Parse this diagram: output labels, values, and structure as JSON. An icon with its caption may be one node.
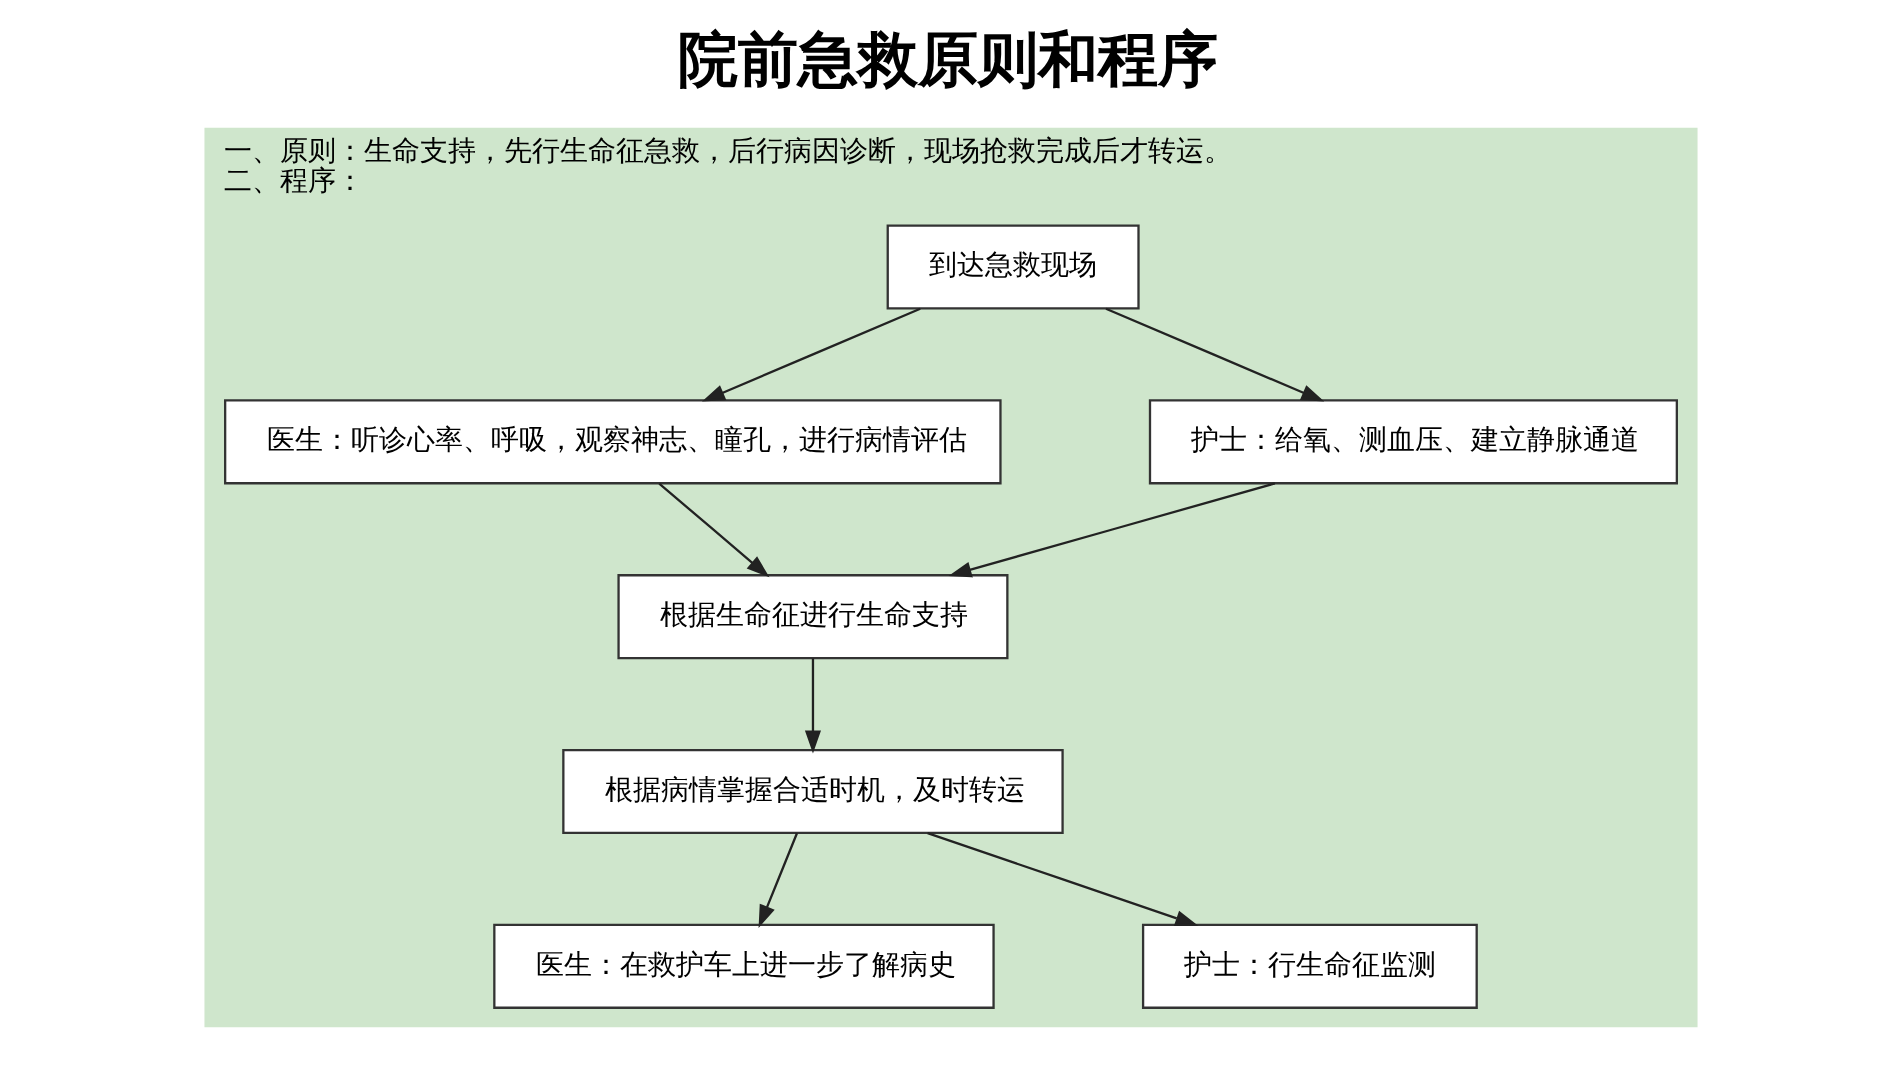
{
  "diagram": {
    "title": "院前急救原则和程序",
    "nodes": [
      {
        "text": [
          "一、原则：生命支持，先行生命征急救，后行病因诊断，现场抢救完成后才转运。",
          "二、程序："
        ]
      },
      {
        "text": [
          "到达急救现场"
        ],
        "in": 0
      },
      {
        "text": [
          "医生：听诊心率、呼吸，观察神志、瞳孔，进行病情评估"
        ],
        "in": 0
      },
      {
        "text": [
          "护士：给氧、测血压、建立静脉通道"
        ],
        "in": 0
      },
      {
        "text": [
          "根据生命征进行生命支持"
        ],
        "in": 0
      },
      {
        "text": [
          "根据病情掌握合适时机，及时转运"
        ],
        "in": 0
      },
      {
        "text": [
          "医生：在救护车上进一步了解病史"
        ],
        "in": 0
      },
      {
        "text": [
          "护士：行生命征监测"
        ],
        "in": 0
      }
    ],
    "edges": [
      {
        "from": 1,
        "to": 2,
        "arrow": "to"
      },
      {
        "from": 1,
        "to": 3,
        "arrow": "to"
      },
      {
        "from": 2,
        "to": 4,
        "arrow": "to"
      },
      {
        "from": 3,
        "to": 4,
        "arrow": "to"
      },
      {
        "from": 4,
        "to": 5,
        "arrow": "to"
      },
      {
        "from": 5,
        "to": 6,
        "arrow": "to"
      },
      {
        "from": 5,
        "to": 7,
        "arrow": "to"
      }
    ]
  }
}
